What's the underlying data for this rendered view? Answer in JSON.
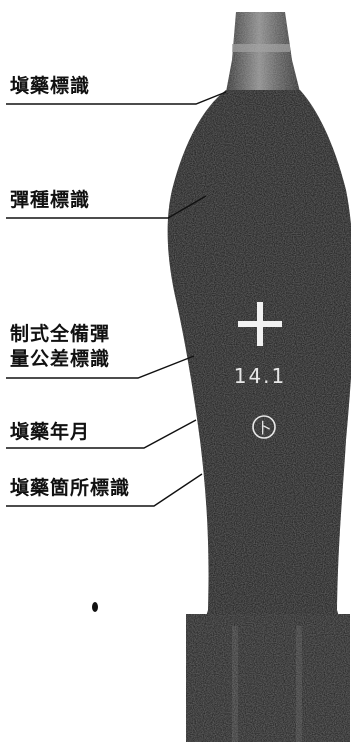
{
  "labels": {
    "filling_mark": "塡藥標識",
    "shell_type_mark": "彈種標識",
    "weight_tolerance_line1": "制式全備彈",
    "weight_tolerance_line2": "量公差標識",
    "filling_date": "塡藥年月",
    "filling_place_mark": "塡藥箇所標識"
  },
  "markings": {
    "cross": "+",
    "code": "14.1",
    "circle_char": "卜"
  },
  "colors": {
    "shell": "#1b1b1b",
    "paper": "#ffffff",
    "ink": "#111111",
    "marking": "#f2f2f2"
  }
}
